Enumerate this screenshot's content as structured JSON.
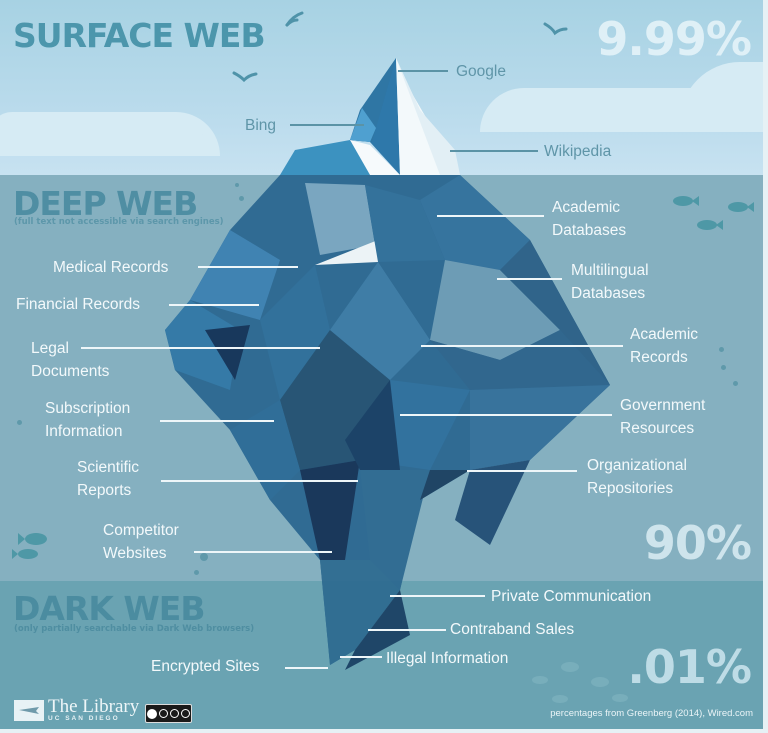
{
  "infographic": {
    "sections": {
      "surface": {
        "title": "SURFACE WEB",
        "percent": "9.99%"
      },
      "deep": {
        "title": "DEEP WEB",
        "subtitle": "(full text not accessible via search engines)",
        "percent": "90%"
      },
      "dark": {
        "title": "DARK WEB",
        "subtitle": "(only partially searchable via Dark Web browsers)",
        "percent": ".01%"
      }
    },
    "labels": {
      "surface": [
        "Google",
        "Bing",
        "Wikipedia"
      ],
      "deep_left": [
        "Medical Records",
        "Financial Records",
        "Legal Documents",
        "Subscription Information",
        "Scientific Reports",
        "Competitor Websites"
      ],
      "deep_right": [
        "Academic Databases",
        "Multilingual Databases",
        "Academic Records",
        "Government Resources",
        "Organizational Repositories"
      ],
      "dark": [
        "Private Communication",
        "Contraband Sales",
        "Illegal Information",
        "Encrypted Sites"
      ]
    },
    "label_text": {
      "google": "Google",
      "bing": "Bing",
      "wikipedia": "Wikipedia",
      "academic_databases_1": "Academic",
      "academic_databases_2": "Databases",
      "medical_records": "Medical Records",
      "multilingual_1": "Multilingual",
      "multilingual_2": "Databases",
      "financial_records": "Financial Records",
      "legal_1": "Legal",
      "legal_2": "Documents",
      "academic_records_1": "Academic",
      "academic_records_2": "Records",
      "subscription_1": "Subscription",
      "subscription_2": "Information",
      "government_1": "Government",
      "government_2": "Resources",
      "scientific_1": "Scientific",
      "scientific_2": "Reports",
      "organizational_1": "Organizational",
      "organizational_2": "Repositories",
      "competitor_1": "Competitor",
      "competitor_2": "Websites",
      "private_communication": "Private Communication",
      "contraband_sales": "Contraband Sales",
      "illegal_information": "Illegal Information",
      "encrypted_sites": "Encrypted Sites"
    },
    "footer": {
      "logo_title": "The Library",
      "logo_subtitle": "UC SAN DIEGO",
      "license": "cc by nc sa",
      "credit": "percentages from Greenberg (2014), Wired.com"
    },
    "colors": {
      "sky": "#b6d9eb",
      "deep_water": "#85b0c0",
      "dark_water": "#6aa3b2",
      "ice_dark": "#1f4f78",
      "ice_mid": "#2f6f9e",
      "ice_light": "#4d9bc9",
      "ice_white": "#f4f9fb"
    }
  }
}
